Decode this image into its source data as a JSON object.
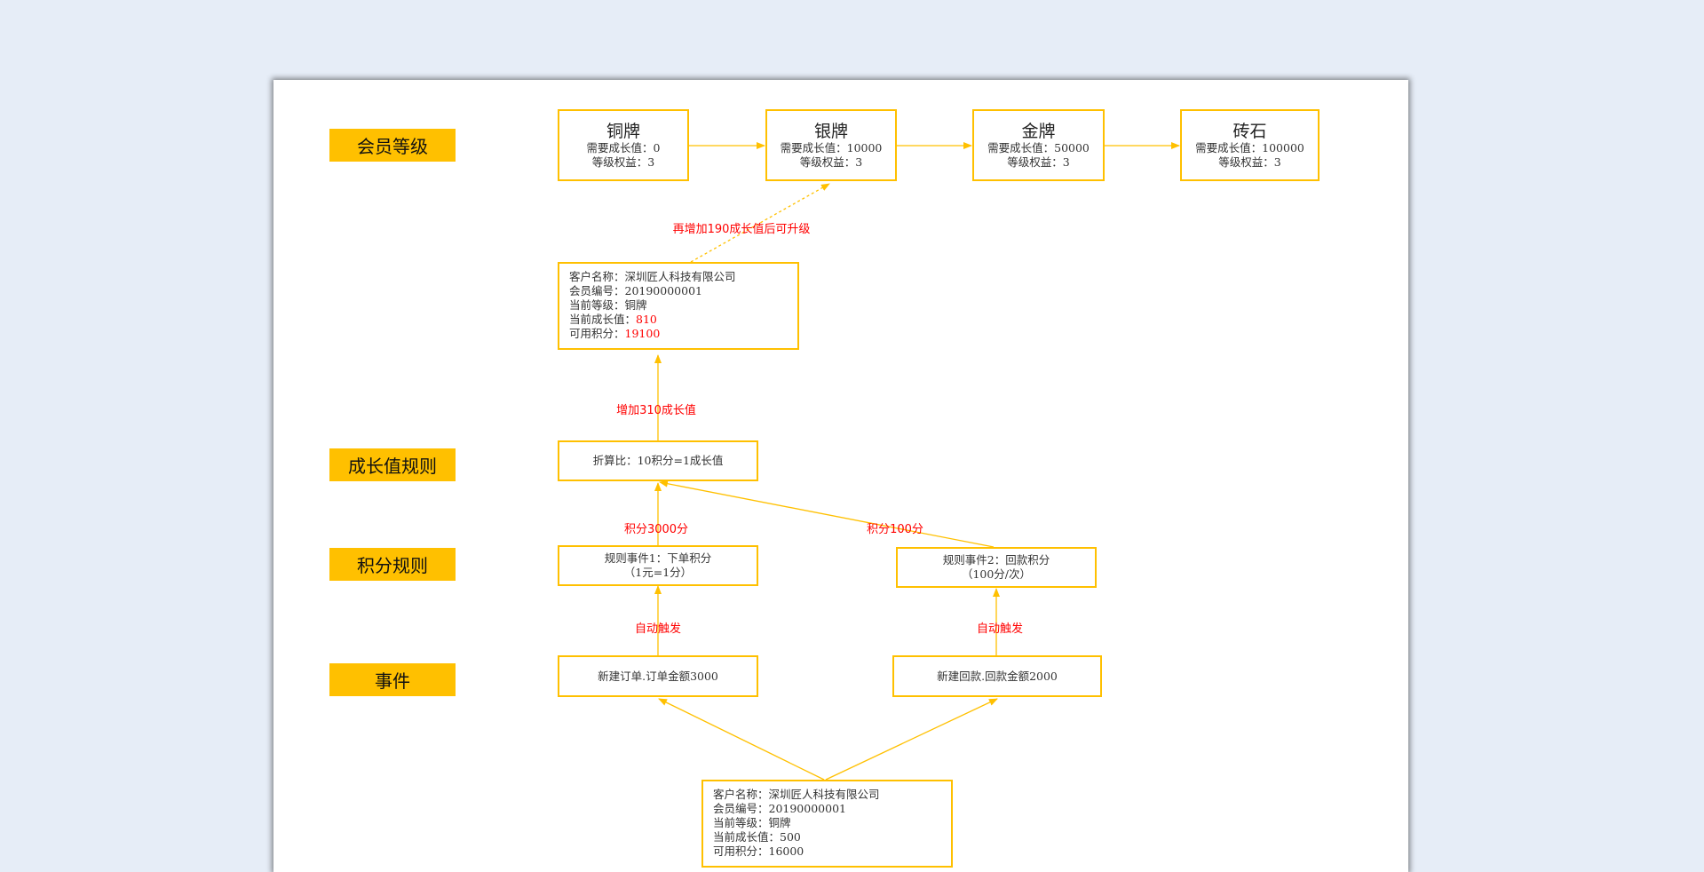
{
  "row_labels": {
    "member_level": "会员等级",
    "growth_rule": "成长值规则",
    "points_rule": "积分规则",
    "event": "事件"
  },
  "levels": [
    {
      "name": "铜牌",
      "growth": "需要成长值：0",
      "benefit": "等级权益：3"
    },
    {
      "name": "银牌",
      "growth": "需要成长值：10000",
      "benefit": "等级权益：3"
    },
    {
      "name": "金牌",
      "growth": "需要成长值：50000",
      "benefit": "等级权益：3"
    },
    {
      "name": "砖石",
      "growth": "需要成长值：100000",
      "benefit": "等级权益：3"
    }
  ],
  "upgrade_hint": "再增加190成长值后可升级",
  "customer_after": {
    "name": "客户名称：深圳匠人科技有限公司",
    "id": "会员编号：20190000001",
    "level": "当前等级：铜牌",
    "growth_label": "当前成长值：",
    "growth_value": "810",
    "points_label": "可用积分：",
    "points_value": "19100"
  },
  "growth_increase": "增加310成长值",
  "conversion": "折算比：10积分=1成长值",
  "points_edge_1": "积分3000分",
  "points_edge_2": "积分100分",
  "rule_1": {
    "line1": "规则事件1：下单积分",
    "line2": "（1元=1分）"
  },
  "rule_2": {
    "line1": "规则事件2：回款积分",
    "line2": "（100分/次）"
  },
  "auto_trigger_1": "自动触发",
  "auto_trigger_2": "自动触发",
  "event_1": "新建订单.订单金额3000",
  "event_2": "新建回款.回款金额2000",
  "customer_before": {
    "name": "客户名称：深圳匠人科技有限公司",
    "id": "会员编号：20190000001",
    "level": "当前等级：铜牌",
    "growth": "当前成长值：500",
    "points": "可用积分：16000"
  },
  "colors": {
    "accent": "#ffc000",
    "highlight": "#ff0000",
    "background": "#e6edf7"
  }
}
